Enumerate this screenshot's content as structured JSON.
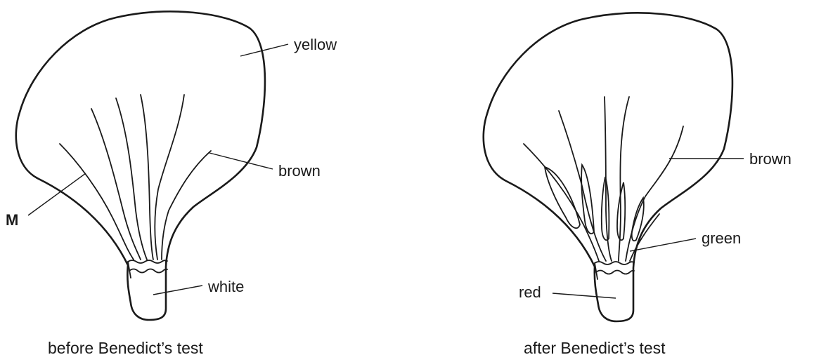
{
  "diagram": {
    "left": {
      "caption": "before Benedict’s test",
      "labels": {
        "yellow": "yellow",
        "brown": "brown",
        "m": "M",
        "white": "white"
      }
    },
    "right": {
      "caption": "after Benedict’s test",
      "labels": {
        "brown": "brown",
        "green": "green",
        "red": "red"
      }
    }
  }
}
